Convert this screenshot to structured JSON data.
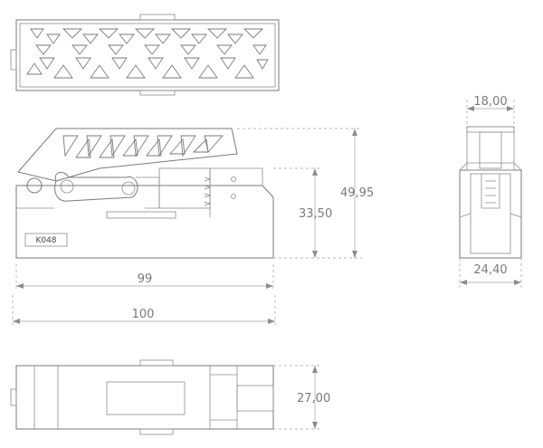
{
  "part_label": "K048",
  "dimensions": {
    "front_height_total": "49,95",
    "front_height_base": "33,50",
    "front_length_inner": "99",
    "front_length_total": "100",
    "side_top_width": "18,00",
    "side_bottom_width": "24,40",
    "bottom_width": "27,00"
  }
}
